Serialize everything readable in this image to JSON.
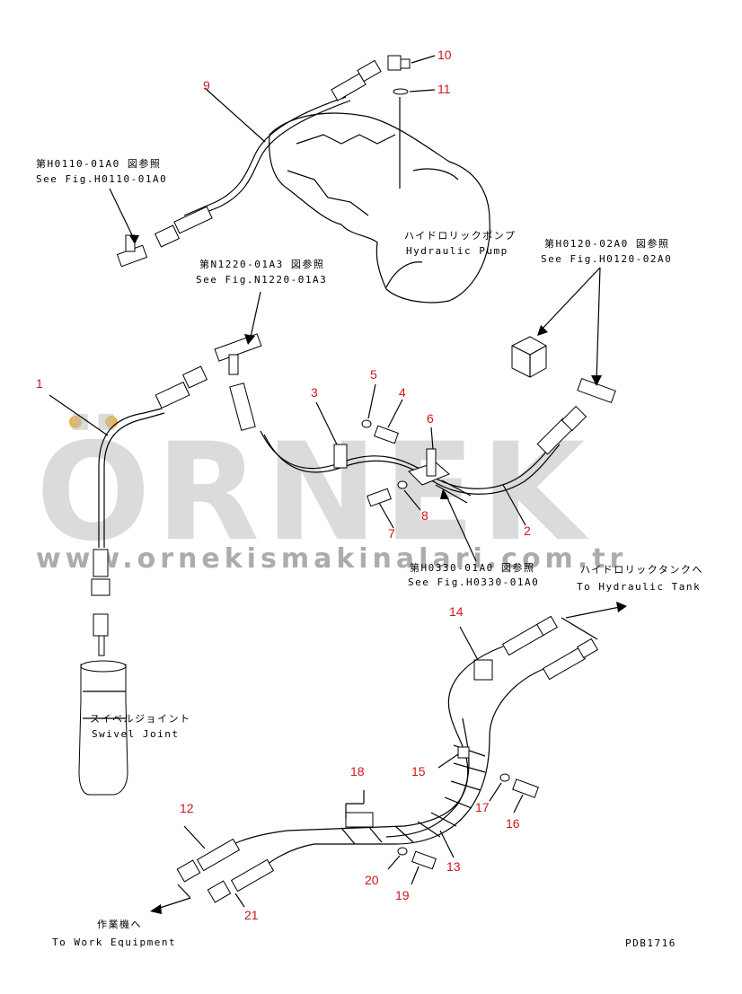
{
  "parts": [
    {
      "id": "p1",
      "label": "1"
    },
    {
      "id": "p2",
      "label": "2"
    },
    {
      "id": "p3",
      "label": "3"
    },
    {
      "id": "p4",
      "label": "4"
    },
    {
      "id": "p5",
      "label": "5"
    },
    {
      "id": "p6",
      "label": "6"
    },
    {
      "id": "p7",
      "label": "7"
    },
    {
      "id": "p8",
      "label": "8"
    },
    {
      "id": "p9",
      "label": "9"
    },
    {
      "id": "p10",
      "label": "10"
    },
    {
      "id": "p11",
      "label": "11"
    },
    {
      "id": "p12",
      "label": "12"
    },
    {
      "id": "p13",
      "label": "13"
    },
    {
      "id": "p14",
      "label": "14"
    },
    {
      "id": "p15",
      "label": "15"
    },
    {
      "id": "p16",
      "label": "16"
    },
    {
      "id": "p17",
      "label": "17"
    },
    {
      "id": "p18",
      "label": "18"
    },
    {
      "id": "p19",
      "label": "19"
    },
    {
      "id": "p20",
      "label": "20"
    },
    {
      "id": "p21",
      "label": "21"
    }
  ],
  "refs": {
    "h0110_jp": "第H0110-01A0 図参照",
    "h0110_en": "See Fig.H0110-01A0",
    "n1220_jp": "第N1220-01A3 図参照",
    "n1220_en": "See Fig.N1220-01A3",
    "h0120_jp": "第H0120-02A0 図参照",
    "h0120_en": "See Fig.H0120-02A0",
    "h0330_jp": "第H0330-01A0 図参照",
    "h0330_en": "See Fig.H0330-01A0",
    "pump_jp": "ハイドロリックポンプ",
    "pump_en": "Hydraulic Pump",
    "tank_jp": "ハイドロリックタンクへ",
    "tank_en": "To Hydraulic Tank",
    "swivel_jp": "スイベルジョイント",
    "swivel_en": "Swivel Joint",
    "work_jp": "作業機へ",
    "work_en": "To Work Equipment",
    "code": "PDB1716"
  },
  "watermark": {
    "brand": "ÖRNEK",
    "url": "www.ornekismakinalari.com.tr"
  },
  "colors": {
    "part_number": "#d0151a",
    "line": "#000000",
    "watermark": "#bfbfbf"
  }
}
